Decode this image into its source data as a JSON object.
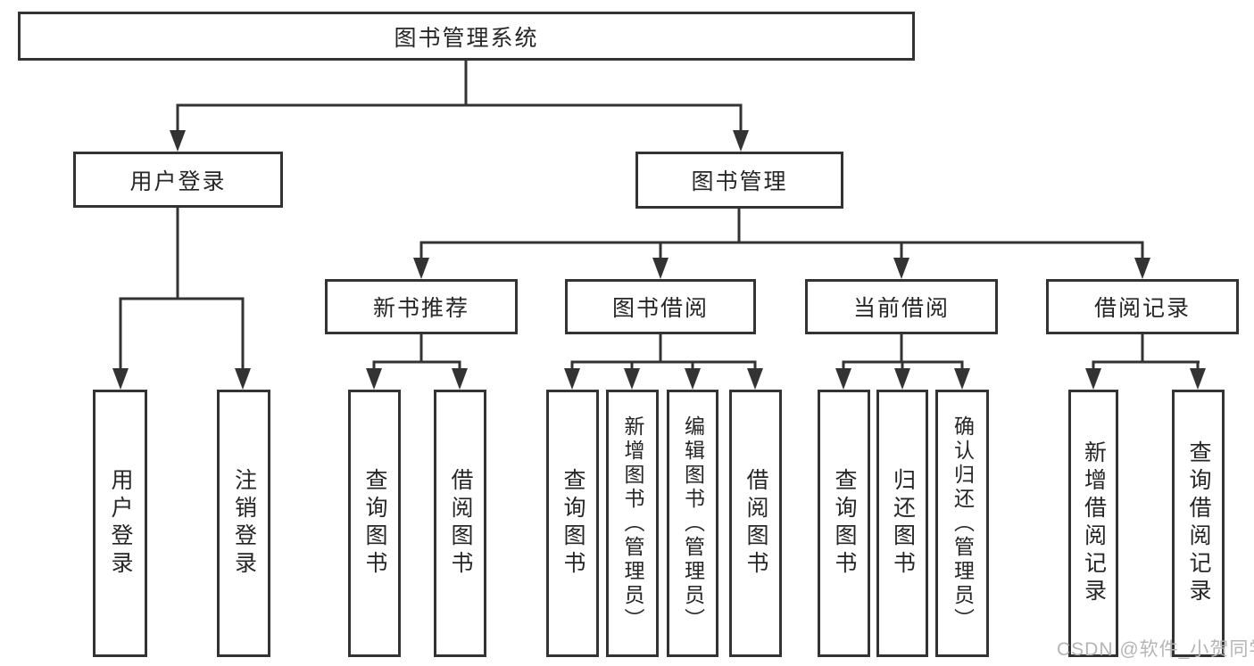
{
  "diagram_type": "hierarchy-tree",
  "tree": {
    "label": "图书管理系统",
    "children": [
      {
        "label": "用户登录",
        "children": [
          {
            "label": "用户登录"
          },
          {
            "label": "注销登录"
          }
        ]
      },
      {
        "label": "图书管理",
        "children": [
          {
            "label": "新书推荐",
            "children": [
              {
                "label": "查询图书"
              },
              {
                "label": "借阅图书"
              }
            ]
          },
          {
            "label": "图书借阅",
            "children": [
              {
                "label": "查询图书"
              },
              {
                "label": "新增图书（管理员）"
              },
              {
                "label": "编辑图书（管理员）"
              },
              {
                "label": "借阅图书"
              }
            ]
          },
          {
            "label": "当前借阅",
            "children": [
              {
                "label": "查询图书"
              },
              {
                "label": "归还图书"
              },
              {
                "label": "确认归还（管理员）"
              }
            ]
          },
          {
            "label": "借阅记录",
            "children": [
              {
                "label": "新增借阅记录"
              },
              {
                "label": "查询借阅记录"
              }
            ]
          }
        ]
      }
    ]
  },
  "watermark": {
    "text": "CSDN @软件_小贺同学"
  },
  "colors": {
    "line": "#333333",
    "text": "#262626",
    "watermark": "#b5b5b5",
    "background": "#ffffff"
  }
}
